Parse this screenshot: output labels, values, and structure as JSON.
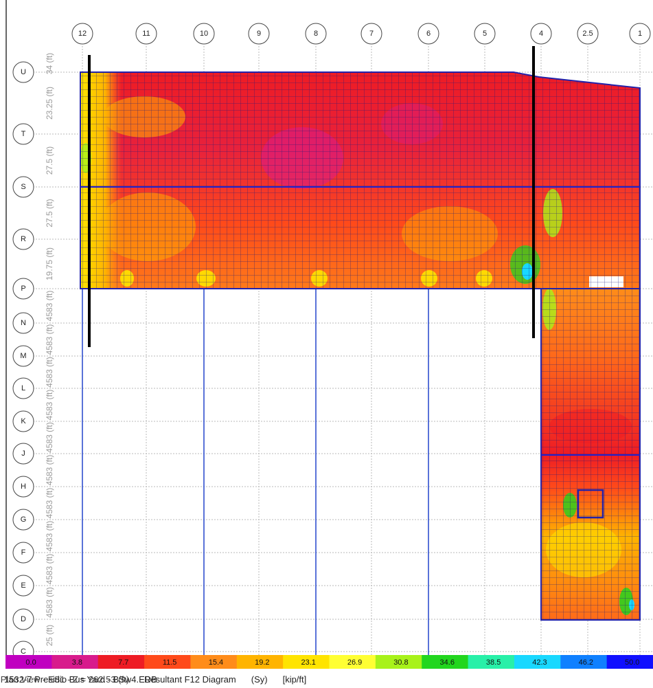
{
  "columns": [
    "12",
    "11",
    "10",
    "9",
    "8",
    "7",
    "6",
    "5",
    "4",
    "2.5",
    "1"
  ],
  "rows": [
    "U",
    "T",
    "S",
    "R",
    "P",
    "N",
    "M",
    "L",
    "K",
    "J",
    "H",
    "G",
    "F",
    "E",
    "D",
    "C"
  ],
  "row_spacings": [
    "34",
    "23.25",
    "27.5",
    "27.5",
    "19.75",
    "4583",
    "4583",
    "4583",
    "4583",
    "4583",
    "4583",
    "4583",
    "4583",
    "4583",
    "4583",
    "25"
  ],
  "legend": {
    "values": [
      "0.0",
      "3.8",
      "7.7",
      "11.5",
      "15.4",
      "19.2",
      "23.1",
      "26.9",
      "30.8",
      "34.6",
      "38.5",
      "42.3",
      "46.2",
      "50.0"
    ],
    "colors": [
      "#c000c0",
      "#d81b8c",
      "#ee1c24",
      "#ff4a1a",
      "#ff8c1a",
      "#ffb400",
      "#ffe400",
      "#ffff33",
      "#a8f21a",
      "#22d61e",
      "#28f0a8",
      "#19d8ff",
      "#0f80ff",
      "#1010ff"
    ]
  },
  "status": {
    "model": "1532-7 Presidio Bus Yard - BSw4.EDB",
    "view": "Plan View - ES1 - Z = 262.53 (ft)",
    "diagram": "Resultant F12 Diagram",
    "component": "(Sy)",
    "units": "[kip/ft]"
  }
}
